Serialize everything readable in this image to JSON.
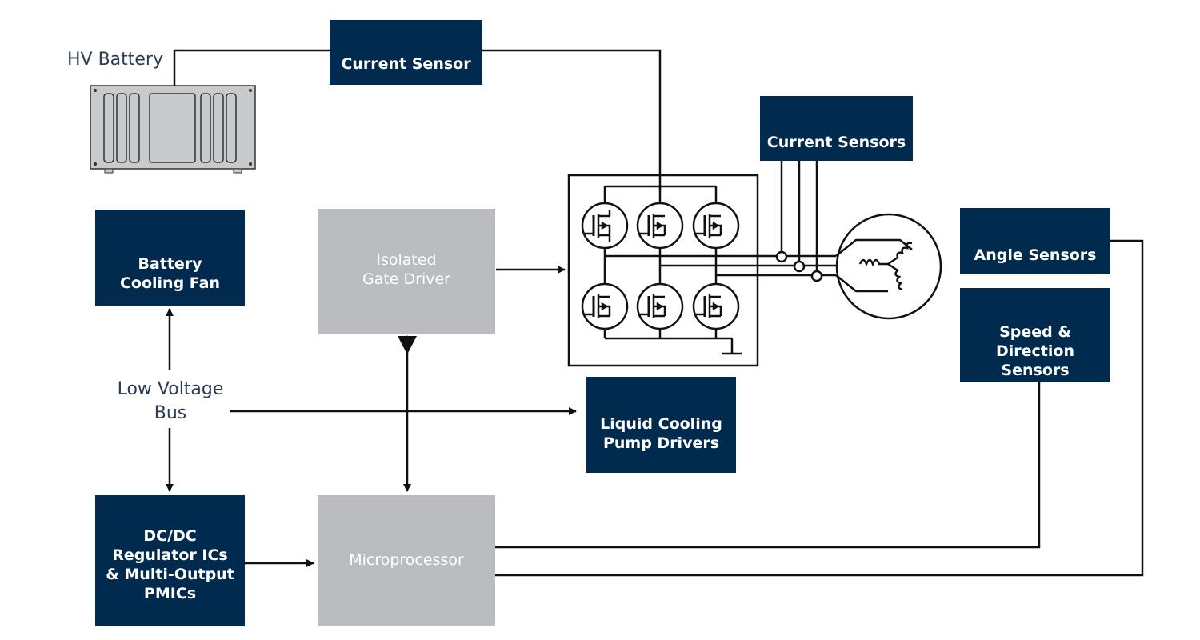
{
  "labels": {
    "hv_battery": "HV Battery",
    "low_voltage_bus": "Low Voltage\nBus"
  },
  "blocks": {
    "current_sensor": "Current Sensor",
    "current_sensors": "Current Sensors",
    "battery_cooling_fan": "Battery\nCooling Fan",
    "isolated_gate_driver": "Isolated\nGate Driver",
    "angle_sensors": "Angle Sensors",
    "speed_direction_sensors": "Speed &\nDirection\nSensors",
    "liquid_cooling_pump_drivers": "Liquid Cooling\nPump Drivers",
    "dcdc_regulators": "DC/DC\nRegulator ICs\n& Multi-Output\nPMICs",
    "microprocessor": "Microprocessor"
  },
  "colors": {
    "dark_block": "#002a4e",
    "grey_block": "#bbbcc0",
    "wire": "#111111",
    "label_text": "#2b3a55"
  },
  "icons": [
    "battery-pack-icon",
    "mosfet-icon",
    "motor-icon",
    "ground-icon"
  ]
}
